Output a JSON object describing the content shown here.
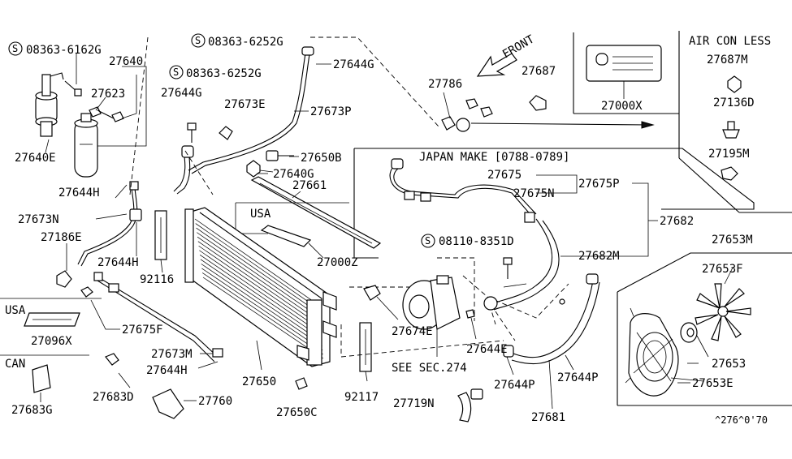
{
  "diagram": {
    "part_numbers": {
      "p1": "08363-6162G",
      "p2": "27640",
      "p3": "27623",
      "p4": "27640E",
      "p5": "08363-6252G",
      "p6": "08363-6252G",
      "p7": "27644G",
      "p8": "27673E",
      "p9": "27644G",
      "p10": "27673P",
      "p11": "27650B",
      "p12": "27640G",
      "p13": "27661",
      "p14": "27644H",
      "p15": "27673N",
      "p16": "27186E",
      "p17": "27644H",
      "p18": "92116",
      "p19": "27000Z",
      "p20": "27096X",
      "p21": "27675F",
      "p22": "27673M",
      "p23": "27644H",
      "p24": "27683G",
      "p25": "27683D",
      "p26": "27760",
      "p27": "27650",
      "p28": "27650C",
      "p29": "92117",
      "p30": "27674E",
      "p31": "27644E",
      "p32": "27644P",
      "p33": "27644P",
      "p34": "27681",
      "p35": "27719N",
      "p36": "27786",
      "p37": "27687",
      "p38": "27000X",
      "p39": "27687M",
      "p40": "27136D",
      "p41": "27195M",
      "p42": "27675",
      "p43": "27675N",
      "p44": "27675P",
      "p45": "27682",
      "p46": "08110-8351D",
      "p47": "27682M",
      "p48": "27653M",
      "p49": "27653F",
      "p50": "27653",
      "p51": "27653E"
    },
    "screw_symbol": "S",
    "notes": {
      "front": "FRONT",
      "air_con_less": "AIR CON LESS",
      "japan_make": "JAPAN MAKE [0788-0789]",
      "usa_1": "USA",
      "usa_2": "USA",
      "can": "CAN",
      "see_sec": "SEE SEC.274",
      "ref_code": "^276^0'70"
    }
  }
}
